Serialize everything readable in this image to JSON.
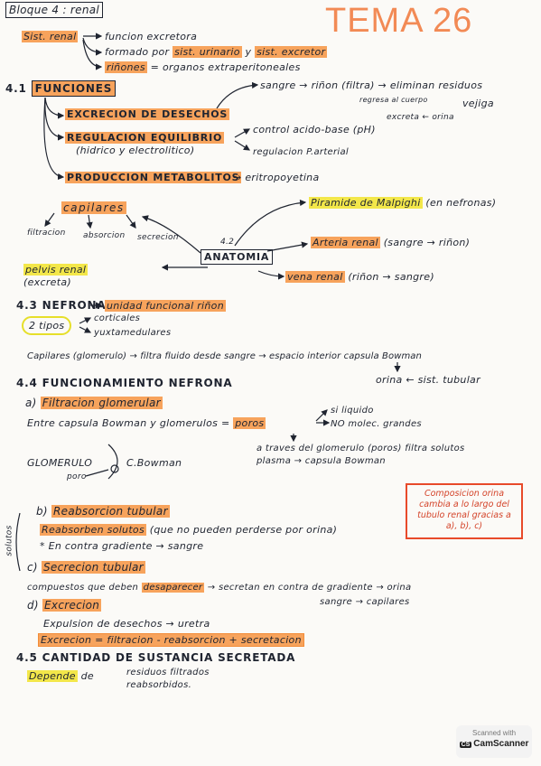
{
  "header": {
    "block": "Bloque 4 : renal",
    "title": "TEMA 26"
  },
  "intro": {
    "subject": "Sist. renal",
    "line1": "funcion excretora",
    "line2_prefix": "formado por",
    "line2_a": "sist. urinario",
    "line2_and": "y",
    "line2_b": "sist. excretor",
    "line3_a": "riñones",
    "line3_b": "= organos extraperitoneales"
  },
  "s41": {
    "num": "4.1",
    "head": "FUNCIONES",
    "excrecion": "EXCRECION DE DESECHOS",
    "ex_chain": "sangre → riñon (filtra) → eliminan residuos",
    "regresa": "regresa al cuerpo",
    "vejiga": "vejiga",
    "excreta": "excreta ← orina",
    "regulacion": "REGULACION EQUILIBRIO",
    "regulacion_sub": "(hidrico y electrolitico)",
    "reg_a": "control acido-base (pH)",
    "reg_b": "regulacion P.arterial",
    "produccion": "PRODUCCION METABOLITOS",
    "prod_a": "→ eritropoyetina"
  },
  "s42": {
    "num": "4.2",
    "head": "ANATOMIA",
    "capilares": "capilares",
    "filtracion": "filtracion",
    "absorcion": "absorcion",
    "secrecion": "secrecion",
    "piramide": "Piramide de Malpighi",
    "piramide_b": "(en nefronas)",
    "arteria": "Arteria renal",
    "arteria_b": "(sangre → riñon)",
    "pelvis": "pelvis renal",
    "pelvis_b": "(excreta)",
    "vena": "vena renal",
    "vena_b": "(riñon → sangre)"
  },
  "s43": {
    "num": "4.3",
    "head": "NEFRONA",
    "def": "unidad funcional riñon",
    "tipos": "2 tipos",
    "t1": "corticales",
    "t2": "yuxtamedulares",
    "cap_line": "Capilares (glomerulo) → filtra fluido desde sangre → espacio interior capsula Bowman",
    "orina": "orina ← sist. tubular"
  },
  "s44": {
    "num": "4.4",
    "head": "FUNCIONAMIENTO NEFRONA",
    "a_label": "a)",
    "a_head": "Filtracion glomerular",
    "a_line_prefix": "Entre capsula Bowman y glomerulos =",
    "a_poros": "poros",
    "a_si": "si liquido",
    "a_no": "NO molec. grandes",
    "a_traves": "a traves del glomerulo (poros) filtra solutos",
    "a_plasma": "plasma → capsula Bowman",
    "glomerulo": "GLOMERULO",
    "bowman": "C.Bowman",
    "poro": "poro",
    "b_label": "b)",
    "b_head": "Reabsorcion tubular",
    "b_line1_hl": "Reabsorben solutos",
    "b_line1": "(que no pueden perderse por orina)",
    "b_line2": "* En contra gradiente → sangre",
    "solutos_side": "solutos",
    "c_label": "c)",
    "c_head": "Secrecion tubular",
    "c_line_prefix": "compuestos que deben",
    "c_hl": "desaparecer",
    "c_line_mid": "→ secretan en contra de gradiente → orina",
    "c_line2": "sangre → capilares",
    "d_label": "d)",
    "d_head": "Excrecion",
    "d_line": "Expulsion de desechos → uretra",
    "d_box": "Excrecion = filtracion - reabsorcion + secretacion",
    "note": "Composicion orina cambia a lo largo del tubulo renal gracias a a), b), c)"
  },
  "s45": {
    "num": "4.5",
    "head": "CANTIDAD DE SUSTANCIA SECRETADA",
    "depende": "Depende",
    "de": "de",
    "r1": "residuos filtrados",
    "r2": "reabsorbidos."
  },
  "scanner": {
    "top": "Scanned with",
    "badge": "CS",
    "name": "CamScanner"
  }
}
